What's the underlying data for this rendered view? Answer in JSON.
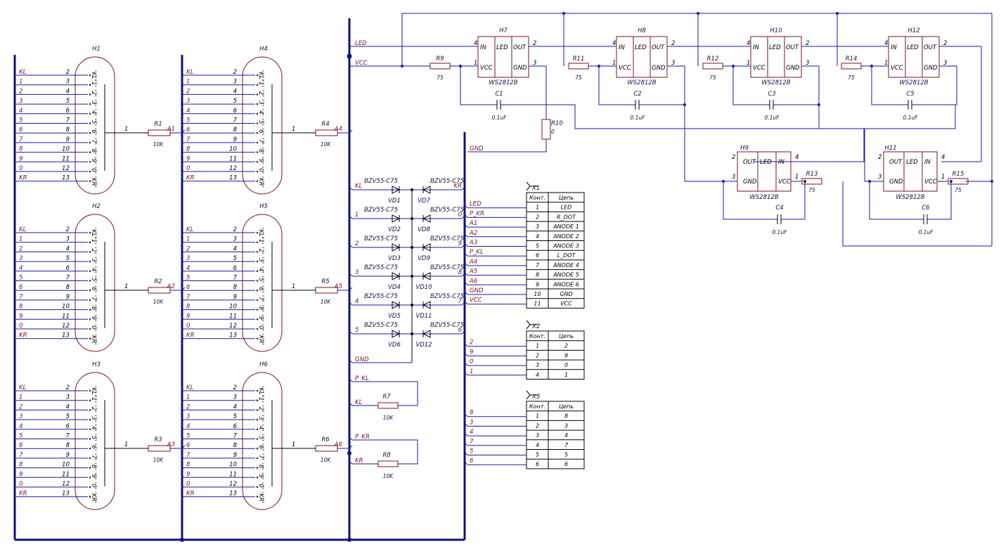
{
  "nixie_tubes": [
    {
      "ref": "H1",
      "res": "R1",
      "val": "10K",
      "net": "A1"
    },
    {
      "ref": "H2",
      "res": "R2",
      "val": "10K",
      "net": "A2"
    },
    {
      "ref": "H3",
      "res": "R3",
      "val": "10K",
      "net": "A3"
    },
    {
      "ref": "H4",
      "res": "R4",
      "val": "10K",
      "net": "A4"
    },
    {
      "ref": "H5",
      "res": "R5",
      "val": "10K",
      "net": "A5"
    },
    {
      "ref": "H6",
      "res": "R6",
      "val": "10K",
      "net": "A6"
    }
  ],
  "tube_rows": [
    {
      "label": "KL",
      "pin": "2",
      "inner": "'KL'"
    },
    {
      "label": "1",
      "pin": "3",
      "inner": "'1'"
    },
    {
      "label": "2",
      "pin": "4",
      "inner": "'2'"
    },
    {
      "label": "3",
      "pin": "5",
      "inner": "'3'"
    },
    {
      "label": "4",
      "pin": "6",
      "inner": "'4'"
    },
    {
      "label": "5",
      "pin": "7",
      "inner": "'5'"
    },
    {
      "label": "6",
      "pin": "8",
      "inner": "'6'"
    },
    {
      "label": "7",
      "pin": "9",
      "inner": "'7'"
    },
    {
      "label": "8",
      "pin": "10",
      "inner": "'8'"
    },
    {
      "label": "9",
      "pin": "11",
      "inner": "'9'"
    },
    {
      "label": "0",
      "pin": "12",
      "inner": "'0'"
    },
    {
      "label": "KR",
      "pin": "13",
      "inner": "'KR'"
    }
  ],
  "anode_pin": "1",
  "leds": [
    {
      "ref": "H7",
      "res": "R9",
      "val": "75",
      "cap": "C1",
      "cval": "0.1uF"
    },
    {
      "ref": "H8",
      "res": "R11",
      "val": "75",
      "cap": "C2",
      "cval": "0.1uF"
    },
    {
      "ref": "H10",
      "res": "R12",
      "val": "75",
      "cap": "C3",
      "cval": "0.1uF"
    },
    {
      "ref": "H12",
      "res": "R14",
      "val": "75",
      "cap": "C5",
      "cval": "0.1uF"
    },
    {
      "ref": "H9",
      "res": "R13",
      "val": "75",
      "cap": "C4",
      "cval": "0.1uF"
    },
    {
      "ref": "H11",
      "res": "R15",
      "val": "75",
      "cap": "C6",
      "cval": "0.1uF"
    }
  ],
  "led_pins": {
    "in": "IN",
    "led": "LED",
    "out": "OUT",
    "vcc": "VCC",
    "gnd": "GND",
    "part": "WS2812B",
    "p1": "1",
    "p2": "2",
    "p3": "3",
    "p4": "4"
  },
  "r10": {
    "ref": "R10",
    "val": "0"
  },
  "nets": {
    "led": "LED",
    "vcc": "VCC",
    "gnd": "GND",
    "kl": "KL",
    "kr": "KR",
    "pkl": "P_KL",
    "pkr": "P_KR"
  },
  "diodes": {
    "left": [
      "VD1",
      "VD2",
      "VD3",
      "VD4",
      "VD5",
      "VD6"
    ],
    "right": [
      "VD7",
      "VD8",
      "VD9",
      "VD10",
      "VD11",
      "VD12"
    ],
    "part": "BZV55-C75",
    "left_nets": [
      "KL",
      "1",
      "2",
      "3",
      "4",
      "5"
    ],
    "right_nets": [
      "KR",
      "0",
      "9",
      "8",
      "7",
      "6"
    ]
  },
  "pull": [
    {
      "ref": "R7",
      "val": "10K",
      "top": "P_KL",
      "bot": "KL"
    },
    {
      "ref": "R8",
      "val": "10K",
      "top": "P_KR",
      "bot": "KR"
    }
  ],
  "connectors": [
    {
      "ref": "X1",
      "head": [
        "Конт.",
        "Цепь"
      ],
      "rows": [
        [
          "1",
          "LED"
        ],
        [
          "2",
          "R_DOT"
        ],
        [
          "3",
          "ANODE 1"
        ],
        [
          "4",
          "ANODE 2"
        ],
        [
          "5",
          "ANODE 3"
        ],
        [
          "6",
          "L_DOT"
        ],
        [
          "7",
          "ANODE 4"
        ],
        [
          "8",
          "ANODE 5"
        ],
        [
          "9",
          "ANODE 6"
        ],
        [
          "10",
          "GND"
        ],
        [
          "11",
          "VCC"
        ]
      ],
      "nets": [
        "LED",
        "P_KR",
        "A1",
        "A2",
        "A3",
        "P_KL",
        "A4",
        "A5",
        "A6",
        "GND",
        "VCC"
      ]
    },
    {
      "ref": "X2",
      "head": [
        "Конт.",
        "Цепь"
      ],
      "rows": [
        [
          "1",
          "2"
        ],
        [
          "2",
          "9"
        ],
        [
          "3",
          "0"
        ],
        [
          "4",
          "1"
        ]
      ],
      "nets": [
        "2",
        "9",
        "0",
        "1"
      ]
    },
    {
      "ref": "X3",
      "head": [
        "Конт.",
        "Цепь"
      ],
      "rows": [
        [
          "1",
          "8"
        ],
        [
          "2",
          "3"
        ],
        [
          "3",
          "4"
        ],
        [
          "4",
          "7"
        ],
        [
          "5",
          "5"
        ],
        [
          "6",
          "6"
        ]
      ],
      "nets": [
        "8",
        "3",
        "4",
        "7",
        "5",
        "6"
      ]
    }
  ]
}
